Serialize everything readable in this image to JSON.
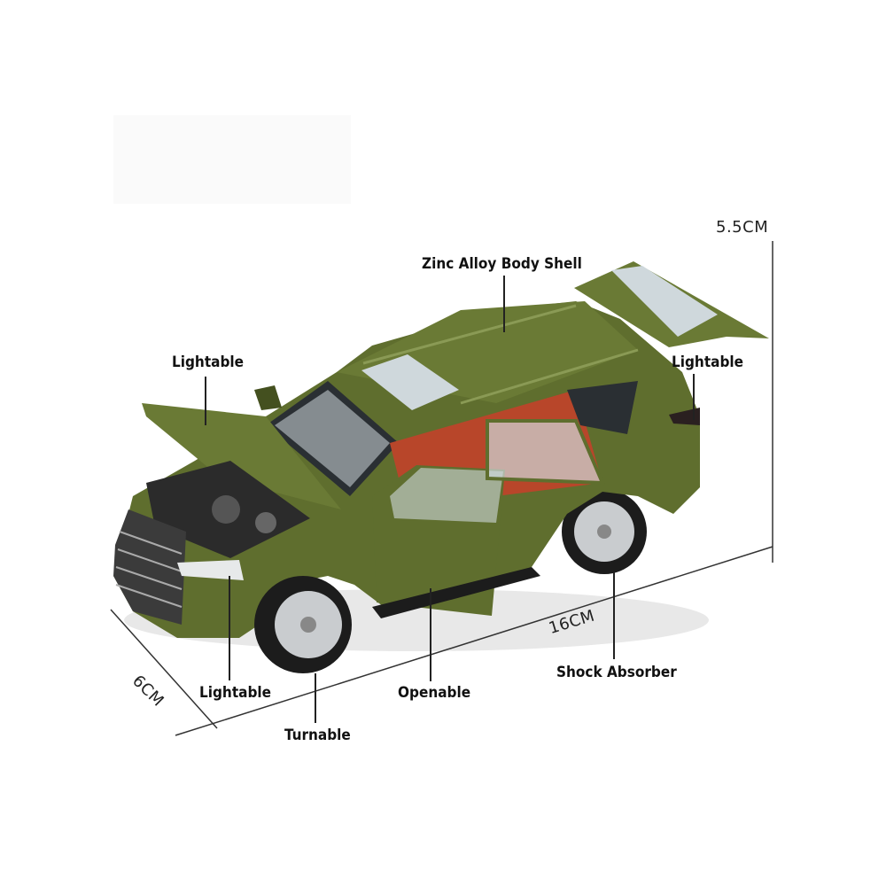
{
  "labels": {
    "zinc": "Zinc Alloy Body Shell",
    "light_left": "Lightable",
    "light_right": "Lightable",
    "light_bottom": "Lightable",
    "openable": "Openable",
    "turnable": "Turnable",
    "shock": "Shock Absorber"
  },
  "dimensions": {
    "height": "5.5CM",
    "length": "16CM",
    "width": "6CM"
  },
  "colors": {
    "body": "#5f6e2e",
    "body_dark": "#44501f",
    "interior": "#b8462a",
    "glass": "#cfd8dc",
    "tire": "#1c1c1c",
    "rim": "#c9cccf"
  }
}
